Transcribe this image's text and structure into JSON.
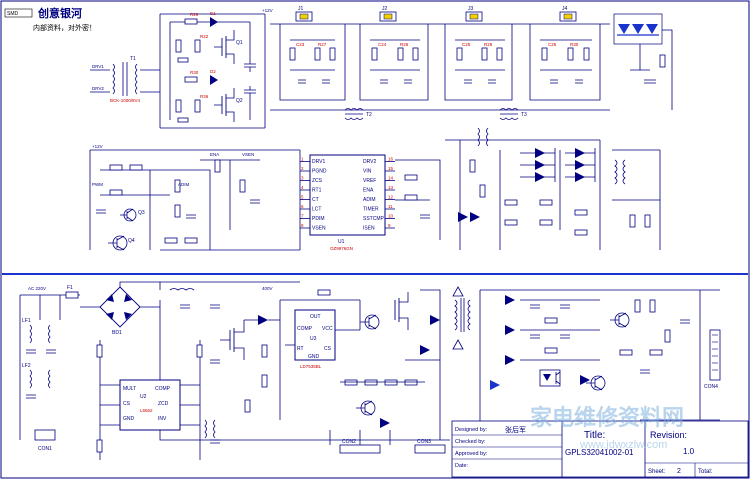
{
  "header": {
    "logo_text": "创意银河",
    "subtitle": "内部资料，对外密！",
    "badge": "SMD"
  },
  "transformers": {
    "t1": {
      "name": "T1",
      "part": "BCK-1000/8V4"
    },
    "t2": {
      "name": "T2"
    },
    "t3": {
      "name": "T3"
    }
  },
  "ics": {
    "u1": {
      "name": "U1",
      "part": "OZ9976GN",
      "left_pins": [
        "DRV1",
        "PGND",
        "ZCS",
        "RT1",
        "CT",
        "LCT",
        "PDIM",
        "VSEN"
      ],
      "right_pins": [
        "DRV2",
        "VIN",
        "VREF",
        "ENA",
        "ADIM",
        "TIMER",
        "SSTCMP",
        "ISEN"
      ],
      "left_nums": [
        "1",
        "2",
        "3",
        "4",
        "5",
        "6",
        "7",
        "8"
      ],
      "right_nums": [
        "16",
        "15",
        "14",
        "13",
        "12",
        "11",
        "10",
        "9"
      ]
    },
    "u2": {
      "name": "U2",
      "part": "L6562",
      "pins": [
        "MULT",
        "CS",
        "GND",
        "COMP",
        "ZCD",
        "INV"
      ]
    },
    "u3": {
      "name": "U3",
      "part": "LD7535BL",
      "pins": [
        "OUT",
        "COMP",
        "VCC",
        "RT",
        "CS",
        "GND"
      ]
    }
  },
  "connectors": {
    "j1": "J1",
    "j2": "J2",
    "j3": "J3",
    "j4": "J4",
    "con1": "CON1",
    "con2": "CON2",
    "con3": "CON3",
    "con4": "CON4"
  },
  "labels": {
    "drv1": "DRV1",
    "drv2": "DRV2",
    "vin": "+12V",
    "vin_top": "+12V",
    "vsen": "VSEN",
    "hv": "400V",
    "fuse": "F1",
    "bridge": "BD1",
    "lf1": "LF1",
    "lf2": "LF2",
    "q1": "Q1",
    "q2": "Q2",
    "q3": "Q3",
    "q4": "Q4",
    "pwm": "PWM",
    "adim": "ADIM",
    "ena": "ENA",
    "mains": "AC 220V"
  },
  "title_block": {
    "designed_label": "Designed by:",
    "designed_value": "张后军",
    "checked_label": "Checked by:",
    "approved_label": "Approved by:",
    "date_label": "Date:",
    "title_label": "Title:",
    "title_value": "GPLS32041002-01",
    "revision_label": "Revision:",
    "revision_value": "1.0",
    "sheet_label": "Sheet:",
    "sheet_value": "2",
    "total_label": "Total:"
  },
  "watermark": {
    "text": "家电维修资料网",
    "url": "www.jdwxzlw.com"
  }
}
